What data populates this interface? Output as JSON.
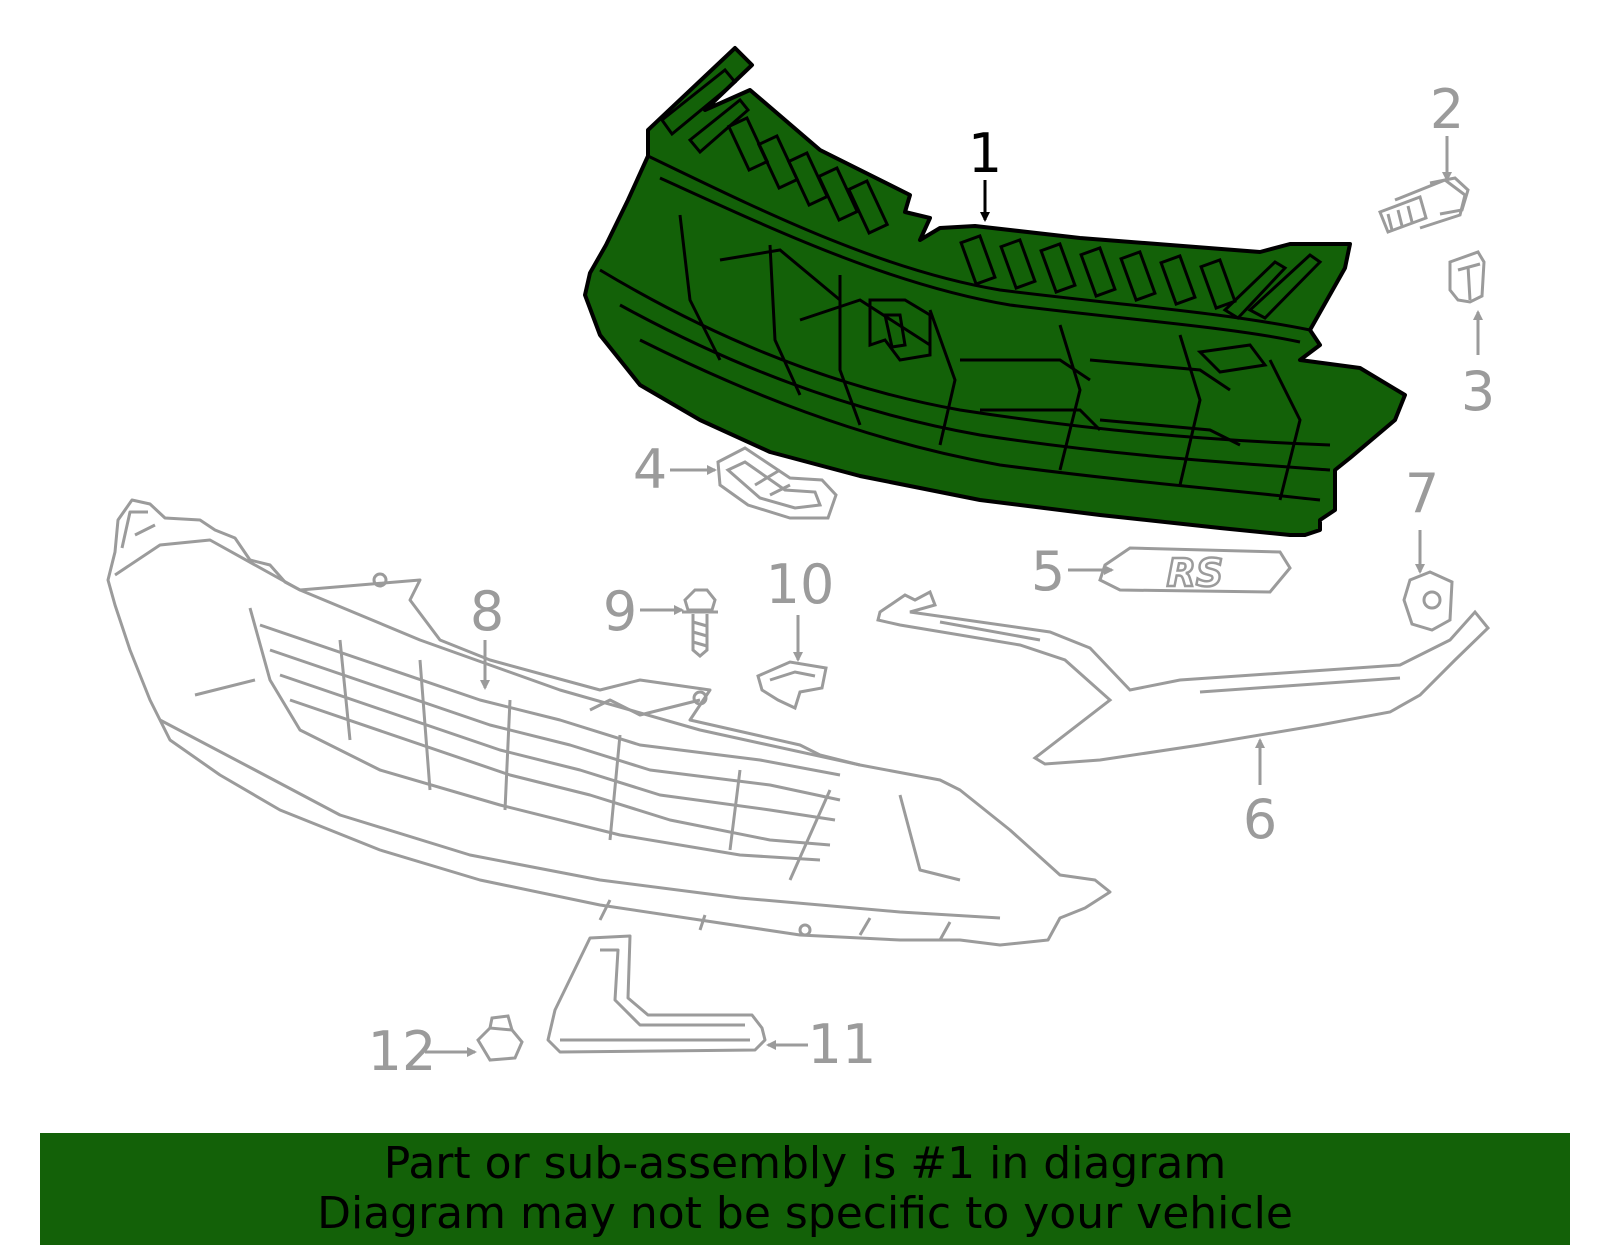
{
  "colors": {
    "highlight_fill": "#136108",
    "highlight_stroke": "#000000",
    "other_parts": "#9b9b9b",
    "banner_background": "#136108",
    "banner_text": "#000000",
    "background": "#ffffff"
  },
  "callouts": [
    {
      "id": "1",
      "label": "1",
      "highlighted": true
    },
    {
      "id": "2",
      "label": "2"
    },
    {
      "id": "3",
      "label": "3"
    },
    {
      "id": "4",
      "label": "4"
    },
    {
      "id": "5",
      "label": "5"
    },
    {
      "id": "6",
      "label": "6"
    },
    {
      "id": "7",
      "label": "7"
    },
    {
      "id": "8",
      "label": "8"
    },
    {
      "id": "9",
      "label": "9"
    },
    {
      "id": "10",
      "label": "10"
    },
    {
      "id": "11",
      "label": "11"
    },
    {
      "id": "12",
      "label": "12"
    }
  ],
  "emblem_text": "RS",
  "banner": {
    "line1": "Part or sub-assembly is #1 in diagram",
    "line2": "Diagram may not be specific to your vehicle"
  }
}
